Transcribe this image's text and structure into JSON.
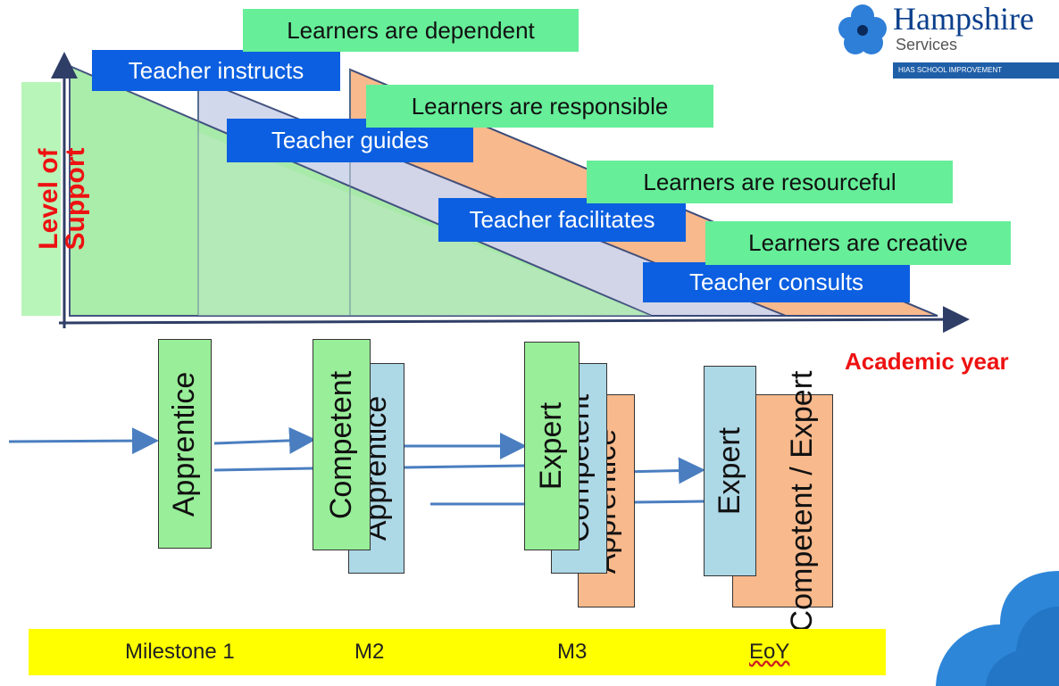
{
  "axis": {
    "y_label_line1": "Level of",
    "y_label_line2": "Support",
    "x_label": "Academic year"
  },
  "teacher_labels": [
    "Teacher instructs",
    "Teacher guides",
    "Teacher facilitates",
    "Teacher consults"
  ],
  "learner_labels": [
    "Learners are dependent",
    "Learners are responsible",
    "Learners are resourceful",
    "Learners are creative"
  ],
  "stages": {
    "milestone1": [
      "Apprentice"
    ],
    "m2": [
      "Competent",
      "Apprentice"
    ],
    "m3": [
      "Expert",
      "Competent",
      "Apprentice"
    ],
    "eoy": [
      "Expert",
      "Competent / Expert"
    ]
  },
  "milestones": [
    "Milestone 1",
    "M2",
    "M3",
    "EoY"
  ],
  "logo": {
    "title": "Hampshire",
    "subtitle": "Services",
    "bar": "HIAS SCHOOL IMPROVEMENT"
  },
  "colors": {
    "teacher_blue": "#0b5fe0",
    "learner_green": "#66ee99",
    "apprentice_green": "#99ee99",
    "competent_blue": "#add8e6",
    "expert_orange": "#f8b98c",
    "milestone_yellow": "#ffff00",
    "axis_red": "#ee1111",
    "logo_blue": "#1f5fa8"
  }
}
